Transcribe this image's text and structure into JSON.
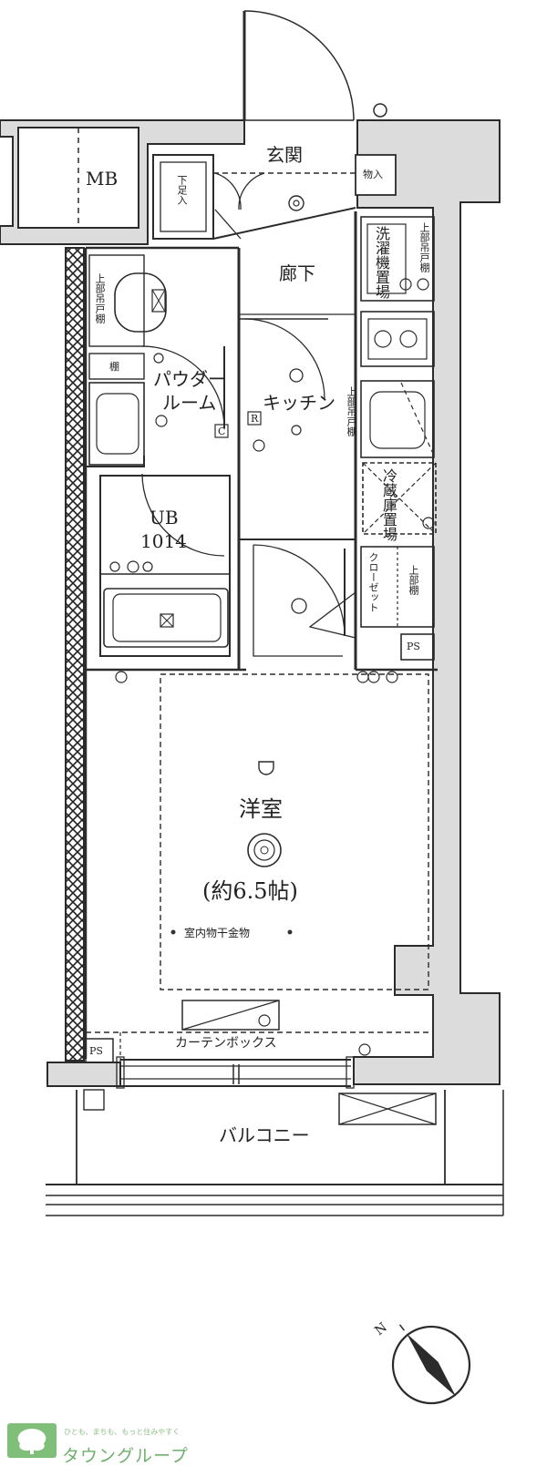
{
  "rooms": {
    "mb": "MB",
    "genkan": "玄関",
    "shitabako": "下足入",
    "monoire": "物入",
    "roka": "廊下",
    "powder_room_1": "パウダー",
    "powder_room_2": "ルーム",
    "kitchen": "キッチン",
    "ub_1": "UB",
    "ub_2": "1014",
    "western_room": "洋室",
    "western_size": "(約6.5帖)",
    "indoor_drying": "室内物干金物",
    "curtain_box": "カーテンボックス",
    "balcony": "バルコニー",
    "closet": "クローゼット",
    "washer_space": "洗濯機置場",
    "fridge_space": "冷蔵庫置場",
    "upper_shelf_a": "上部吊戸棚",
    "upper_shelf_b": "上部吊戸棚",
    "upper_shelf_c": "上部吊戸棚",
    "upper_shelf_d": "上部棚",
    "shoe_shelf": "棚",
    "ps_1": "PS",
    "ps_2": "PS",
    "switch_c": "C",
    "switch_r": "R"
  },
  "branding": {
    "name": "タウングループ",
    "tagline": "ひとも、まちも、もっと住みやすく"
  },
  "compass": {
    "label": "N",
    "rotation_deg": -38
  },
  "colors": {
    "line": "#2b2b2b",
    "wall_fill": "#dcdcdc",
    "brand": "#6fb06c"
  }
}
